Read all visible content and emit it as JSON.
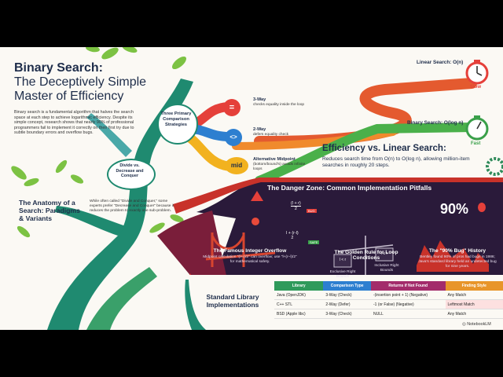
{
  "title": "Binary Search:",
  "subtitle": "The Deceptively Simple Master of Efficiency",
  "intro": "Binary search is a fundamental algorithm that halves the search space at each step to achieve logarithmic efficiency. Despite its simple concept, research shows that nearly 90% of professional programmers fail to implement it correctly on their first try due to subtle boundary errors and overflow bugs.",
  "anatomy_heading": "The Anatomy of a Search: Paradigms & Variants",
  "dac_label": "Divide vs. Decrease and Conquer",
  "dac_note": "While often called \"Divide and Conquer,\" some experts prefer \"Decrease and Conquer\" because it reduces the problem to exactly one sub-problem.",
  "three_label": "Three Primary Comparison Strategies",
  "strategies": [
    {
      "badge": "=",
      "title": "3-Way",
      "desc": "checks equality inside the loop",
      "color": "#e5403a"
    },
    {
      "badge": "<>",
      "title": "2-Way",
      "desc": "defers equality check",
      "color": "#2d7fd0"
    },
    {
      "badge": "mid",
      "title": "Alternative Midpoint",
      "desc": "(bottom/bound's) avoids infinite loops",
      "color": "#f2b21f"
    }
  ],
  "linear_label": "Linear Search: O(n)",
  "slow_label": "Slow",
  "binary_label": "Binary Search: O(log n)",
  "fast_label": "Fast",
  "efficiency_heading": "Efficiency vs. Linear Search:",
  "efficiency_text": "Reduces search time from O(n) to O(log n), allowing million-item searches in roughly 20 steps.",
  "danger_heading": "The Danger Zone: Common Implementation Pitfalls",
  "overflow": {
    "heading": "The Famous Integer Overflow",
    "text": "Midpoint calculation \"(l+r)/2\" can overflow; use \"l+(r−l)/2\" for mathematical safety.",
    "formula_bad_top": "(l + r)",
    "formula_bad_bottom": "2",
    "bug_tag": "BUG",
    "formula_safe": "l + (r-l)",
    "formula_safe_bottom": "2",
    "safe_tag": "SAFE"
  },
  "golden": {
    "heading": "The Golden Rule for Loop Conditions",
    "left_pan": "l < r",
    "right_pan": "l ≤ r",
    "left_caption": "Exclusive Right Bounds",
    "right_caption": "Inclusive Right Bounds"
  },
  "history": {
    "percent": "90%",
    "heading": "The \"90% Bug\" History",
    "text": "Bentley found 90% of pros had bugs in 1986; Java's standard library held an undetected bug for nine years."
  },
  "std_heading": "Standard Library Implementations",
  "table": {
    "headers": [
      "Library",
      "Comparison Type",
      "Returns if Not Found",
      "Finding Style"
    ],
    "header_colors": [
      "#2f9a5b",
      "#2d7fd0",
      "#a32c6b",
      "#e8952a"
    ],
    "rows": [
      [
        "Java (OpenJDK)",
        "3-Way (Check)",
        "-(insertion point + 1) (Negative)",
        "Any Match"
      ],
      [
        "C++ STL",
        "2-Way (Defer)",
        "-1 (or False) (Negative)",
        "Leftmost Match"
      ],
      [
        "BSD (Apple libc)",
        "3-Way (Check)",
        "NULL",
        "Any Match"
      ]
    ]
  },
  "watermark": "NotebookLM"
}
